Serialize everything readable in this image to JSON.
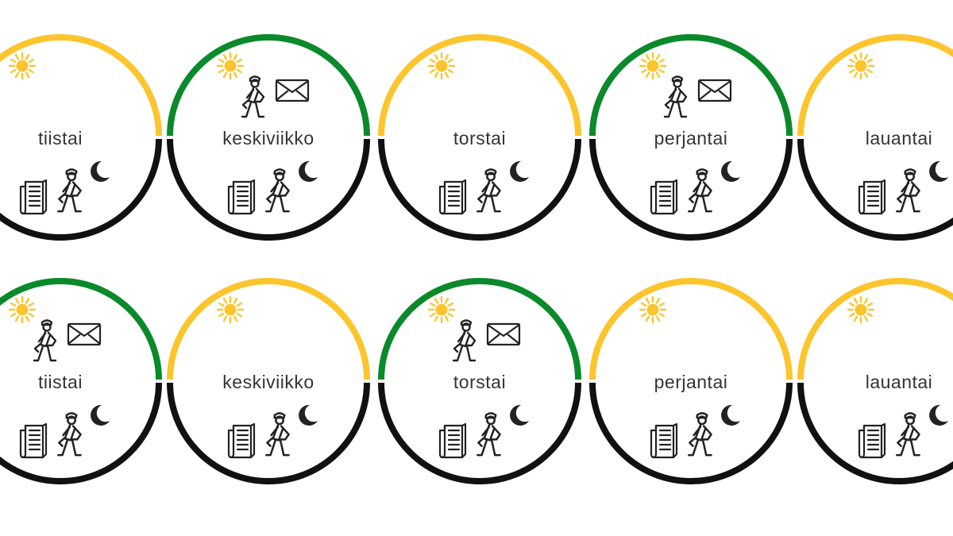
{
  "colors": {
    "morning_yellow": "#FCC52E",
    "morning_green": "#0A8A2A",
    "evening": "#111111",
    "icon_stroke": "#222222",
    "sun": "#FCC52E"
  },
  "rows": [
    {
      "days": [
        {
          "label": "tiistai",
          "top_color": "yellow",
          "mail": false
        },
        {
          "label": "keskiviikko",
          "top_color": "green",
          "mail": true
        },
        {
          "label": "torstai",
          "top_color": "yellow",
          "mail": false
        },
        {
          "label": "perjantai",
          "top_color": "green",
          "mail": true
        },
        {
          "label": "lauantai",
          "top_color": "yellow",
          "mail": false
        }
      ]
    },
    {
      "days": [
        {
          "label": "tiistai",
          "top_color": "green",
          "mail": true
        },
        {
          "label": "keskiviikko",
          "top_color": "yellow",
          "mail": false
        },
        {
          "label": "torstai",
          "top_color": "green",
          "mail": true
        },
        {
          "label": "perjantai",
          "top_color": "yellow",
          "mail": false
        },
        {
          "label": "lauantai",
          "top_color": "yellow",
          "mail": false
        }
      ]
    }
  ],
  "icons": {
    "sun": "sun-icon",
    "mail_carrier": "walker-icon",
    "envelope": "envelope-icon",
    "newspaper": "newspaper-icon",
    "paper_carrier": "walker-icon",
    "moon": "moon-icon"
  }
}
